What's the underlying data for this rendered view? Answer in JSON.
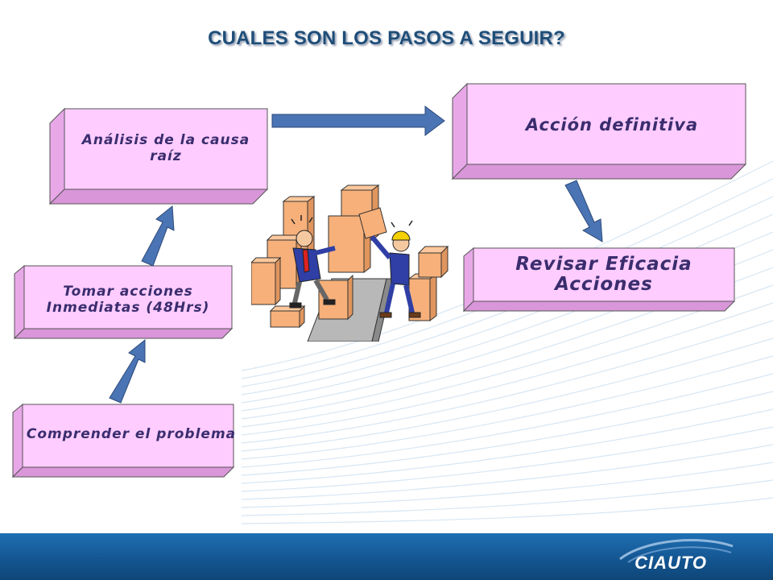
{
  "slide": {
    "title": "CUALES SON LOS PASOS A SEGUIR?"
  },
  "steps": {
    "analisis": "Análisis de la causa raíz",
    "accion_definitiva": "Acción definitiva",
    "tomar_acciones": "Tomar acciones Inmediatas (48Hrs)",
    "revisar": "Revisar Eficacia Acciones",
    "comprender": "Comprender el problema"
  },
  "flow": [
    {
      "from": "comprender",
      "to": "tomar_acciones"
    },
    {
      "from": "tomar_acciones",
      "to": "analisis"
    },
    {
      "from": "analisis",
      "to": "accion_definitiva"
    },
    {
      "from": "accion_definitiva",
      "to": "revisar"
    }
  ],
  "footer": {
    "logo": "CIAUTO"
  },
  "colors": {
    "title": "#1f4e79",
    "box_face": "#ffccff",
    "box_side": "#e8a8e8",
    "box_text": "#3a2d6e",
    "arrow_fill": "#4a74b4",
    "footer": "#1763a8"
  },
  "icons": {
    "clipart": "workers-struggling-with-boxes"
  }
}
